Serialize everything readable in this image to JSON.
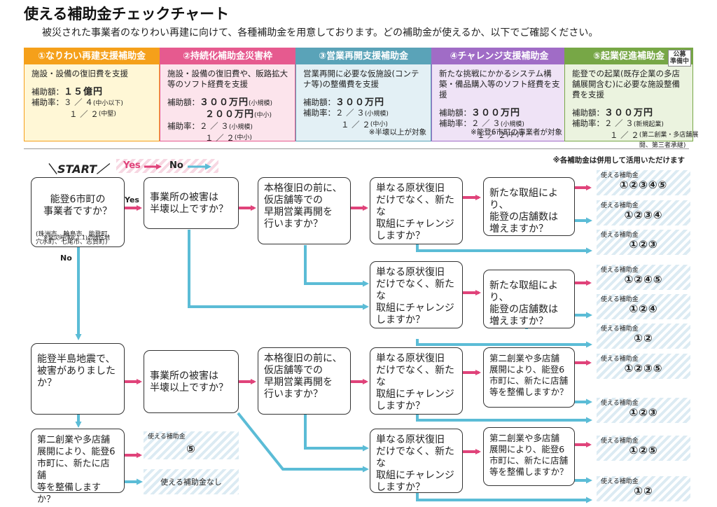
{
  "header": {
    "title": "使える補助金チェックチャート",
    "subtitle": "被災された事業者のなりわい再建に向けて、各種補助金を用意しております。どの補助金が使えるか、以下でご確認ください。"
  },
  "cards": [
    {
      "title": "①なりわい再建支援補助金",
      "color": "#f5a01a",
      "bg": "#fff7d6",
      "desc": "施設・設備の復旧費を支援",
      "amount_label": "補助額：",
      "amount": "１５億円",
      "rate_label": "補助率：",
      "rate1": "３ ／ ４",
      "rate1_note": "(中小以下)",
      "rate2": "１ ／ ２",
      "rate2_note": "(中堅)",
      "note": ""
    },
    {
      "title": "②持続化補助金災害枠",
      "color": "#e65a8f",
      "bg": "#fce4ec",
      "desc": "施設・設備の復旧費や、販路拡大等のソフト経費を支援",
      "amount_label": "補助額：",
      "amount": "３００万円",
      "amount_note": "(小規模)",
      "amount2": "２００万円",
      "amount2_note": "(中小)",
      "rate_label": "補助率：",
      "rate1": "２ ／ ３",
      "rate1_note": "(小規模)",
      "rate2": "１ ／ ２",
      "rate2_note": "(中小)",
      "note": ""
    },
    {
      "title": "③営業再開支援補助金",
      "color": "#5aa3b8",
      "bg": "#e3f0f5",
      "desc": "営業再開に必要な仮施設(コンテナ等)の整備費を支援",
      "amount_label": "補助額：",
      "amount": "３００万円",
      "rate_label": "補助率：",
      "rate1": "２ ／ ３",
      "rate1_note": "(小規模)",
      "rate2": "１ ／ ２",
      "rate2_note": "(中小)",
      "note": "※半壊以上が対象"
    },
    {
      "title": "④チャレンジ支援補助金",
      "color": "#a06cc6",
      "bg": "#efe3f6",
      "desc": "新たな挑戦にかかるシステム構築・備品購入等のソフト経費を支援",
      "amount_label": "補助額：",
      "amount": "３００万円",
      "rate_label": "補助率：",
      "rate1": "２ ／ ３",
      "rate1_note": "(小規模)",
      "rate2": "１ ／ ２",
      "rate2_note": "(中小)",
      "note": "※能登6市町の事業者が対象"
    },
    {
      "title": "⑤起業促進補助金",
      "color": "#77a746",
      "bg": "#ebf3df",
      "badge": "公募\n準備中",
      "desc": "能登での起業(既存企業の多店舗展開含む)に必要な施設整備費を支援",
      "amount_label": "補助額：",
      "amount": "３００万円",
      "rate_label": "補助率：",
      "rate1": "２ ／ ３",
      "rate1_note": "(新規起業)",
      "rate2": "１ ／ ２",
      "rate2_note": "(第二創業・多店舗展開、第三者承継)",
      "note": ""
    }
  ],
  "combo_note": "※各補助金は併用して活用いただけます",
  "legend": {
    "start": "＼START／",
    "yes": "Yes",
    "no": "No"
  },
  "nodes": {
    "q_noto6": {
      "text": "能登6市町の\n事業者ですか？",
      "sub": "(珠洲市、輪島市、能登町、穴水町、七尾市、志賀町)",
      "note": "※発災時(R6.1.1)の所在地"
    },
    "q_damage1": "事業所の被害は\n半壊以上ですか？",
    "q_reopen1": "本格復旧の前に、\n仮店舗等での\n早期営業再開を\n行いますか？",
    "q_challenge1a": "単なる原状復旧\nだけでなく、新たな\n取組にチャレンジ\nしますか？",
    "q_store1a": "新たな取組により、\n能登の店舗数は\n増えますか？",
    "q_challenge1b": "単なる原状復旧\nだけでなく、新たな\n取組にチャレンジ\nしますか？",
    "q_store1b": "新たな取組により、\n能登の店舗数は\n増えますか？",
    "q_quake": "能登半島地震で、\n被害がありました\nか？",
    "q_damage2": "事業所の被害は\n半壊以上ですか？",
    "q_reopen2": "本格復旧の前に、\n仮店舗等での\n早期営業再開を\n行いますか？",
    "q_challenge2a": "単なる原状復旧\nだけでなく、新たな\n取組にチャレンジ\nしますか？",
    "q_second2a": "第二創業や多店舗\n展開により、能登6\n市町に、新たに店舗\n等を整備しますか？",
    "q_challenge2b": "単なる原状復旧\nだけでなく、新たな\n取組にチャレンジ\nしますか？",
    "q_second2b": "第二創業や多店舗\n展開により、能登6\n市町に、新たに店舗\n等を整備しますか？",
    "q_second3": "第二創業や多店舗\n展開により、能登6\n市町に、新たに店舗\n等を整備しますか？"
  },
  "results_label": "使える補助金",
  "results": [
    "①②③④⑤",
    "①②③④",
    "①②③",
    "①②④⑤",
    "①②④",
    "①②",
    "①②③⑤",
    "①②③",
    "①②⑤",
    "①②"
  ],
  "result_solo": "⑤",
  "result_none": "使える補助金なし",
  "label_yes": "Yes",
  "label_no": "No"
}
